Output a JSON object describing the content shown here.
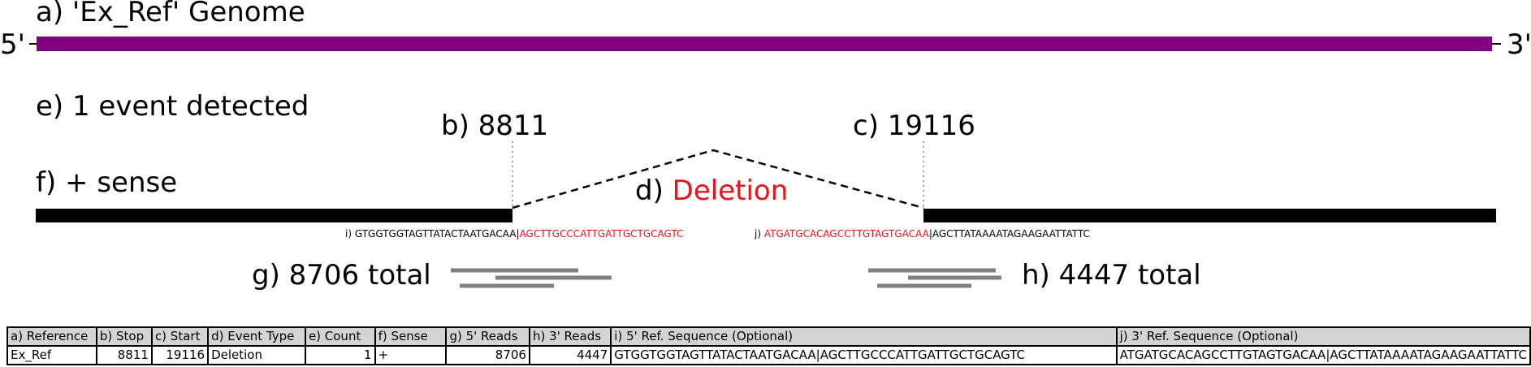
{
  "genome": {
    "title": "a) 'Ex_Ref' Genome",
    "end5": "5'",
    "end3": "3'",
    "bar_color": "#800080"
  },
  "event_count_label": "e) 1 event detected",
  "sense_label": "f) + sense",
  "stop_label": "b) 8811",
  "start_label": "c) 19116",
  "event_prefix": "d) ",
  "event_type": "Deletion",
  "seq5": {
    "prefix": "i) GTGGTGGTAGTTATACTAATGACAA|",
    "highlight": "AGCTTGCCCATTGATTGCTGCAGTC"
  },
  "seq3": {
    "prefix": "j) ",
    "highlight": "ATGATGCACAGCCTTGTAGTGACAA",
    "suffix": "|AGCTTATAAAATAGAAGAATTATTC"
  },
  "reads5_label": "g) 8706 total",
  "reads3_label": "h) 4447 total",
  "colors": {
    "highlight": "#e8141a",
    "reads": "#808080",
    "guide": "#a0a0a0"
  },
  "table": {
    "headers": [
      "a) Reference",
      "b) Stop",
      "c) Start",
      "d) Event Type",
      "e) Count",
      "f) Sense",
      "g) 5' Reads",
      "h) 3' Reads",
      "i) 5' Ref. Sequence (Optional)",
      "j) 3' Ref. Sequence (Optional)"
    ],
    "row": [
      "Ex_Ref",
      "8811",
      "19116",
      "Deletion",
      "1",
      "+",
      "8706",
      "4447",
      "GTGGTGGTAGTTATACTAATGACAA|AGCTTGCCCATTGATTGCTGCAGTC",
      "ATGATGCACAGCCTTGTAGTGACAA|AGCTTATAAAATAGAAGAATTATTC"
    ]
  }
}
